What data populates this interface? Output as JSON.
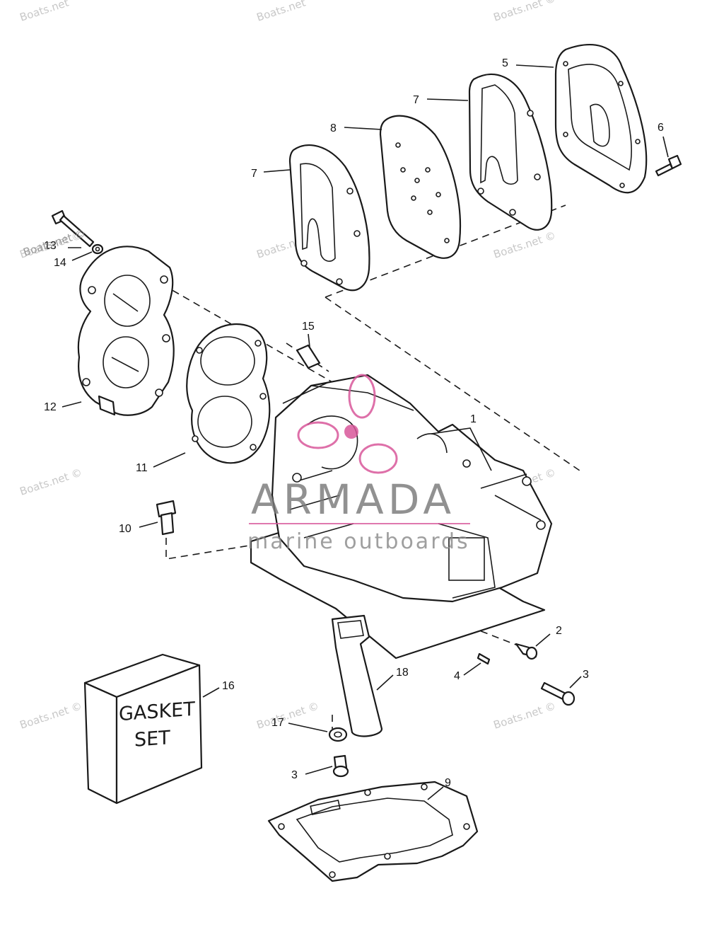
{
  "callouts": {
    "c1": "1",
    "c2": "2",
    "c3a": "3",
    "c3b": "3",
    "c4": "4",
    "c5": "5",
    "c6": "6",
    "c7a": "7",
    "c7b": "7",
    "c8": "8",
    "c9": "9",
    "c10": "10",
    "c11": "11",
    "c12": "12",
    "c13": "13",
    "c14": "14",
    "c15": "15",
    "c16": "16",
    "c17": "17",
    "c18": "18"
  },
  "gasket_box": {
    "line1": "GASKET",
    "line2": "SET"
  },
  "watermark": {
    "text": "Boats.net ©",
    "text_cut": "Boats.net",
    "brand_name": "ARMADA",
    "brand_sub": "marine outboards",
    "brand_logo_color": "#d8579a"
  }
}
